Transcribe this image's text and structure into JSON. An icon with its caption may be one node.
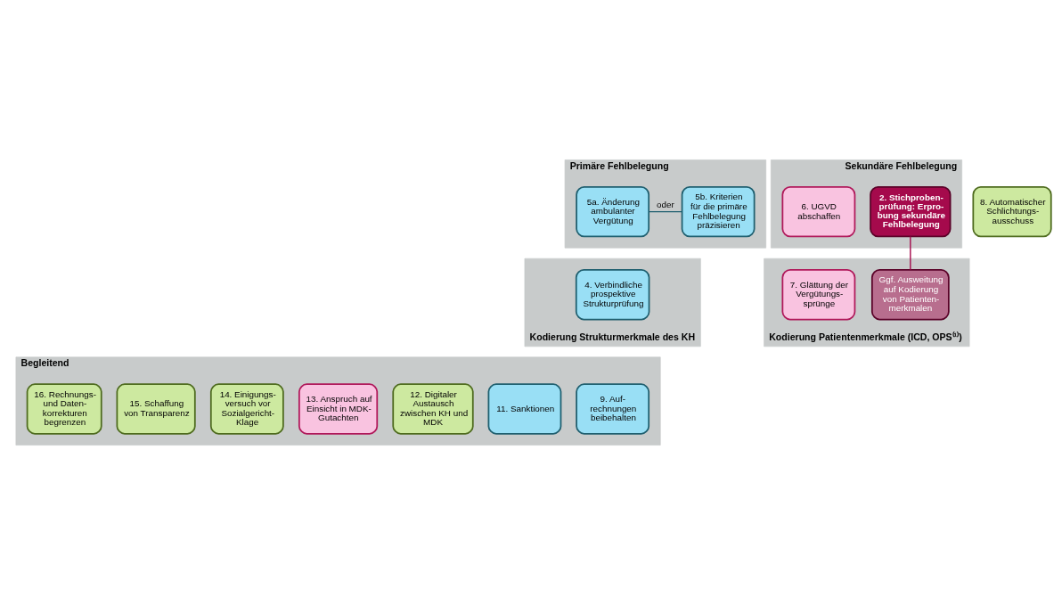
{
  "diagram": {
    "nodes": [
      {
        "text": [
          "Primäre Fehlbelegung"
        ]
      },
      {
        "text": [
          "5a. Änderung ambulanter Vergütung"
        ],
        "in": 0
      },
      {
        "text": [
          "5b. Kriterien für die primäre Fehlbelegung präzisieren"
        ],
        "in": 0
      },
      {
        "text": [
          "Sekundäre Fehlbelegung"
        ]
      },
      {
        "text": [
          "6. UGVD abschaffen"
        ],
        "in": 3
      },
      {
        "text": [
          "2. Stichproben- prüfung: Erpro- bung sekundäre Fehlbelegung"
        ],
        "in": 3
      },
      {
        "text": [
          "8. Automatischer Schlichtungs- ausschuss"
        ]
      },
      {
        "text": [
          "Kodierung Strukturmerkmale des KH"
        ]
      },
      {
        "text": [
          "4. Verbindliche prospektive Strukturprüfung"
        ],
        "in": 7
      },
      {
        "text": [
          "Kodierung Patientenmerkmale (ICD, OPS⁽¹⁾)"
        ]
      },
      {
        "text": [
          "7. Glättung der Vergütungs- sprünge"
        ],
        "in": 9
      },
      {
        "text": [
          "Ggf. Ausweitung auf Kodierung von Patienten- merkmalen"
        ],
        "in": 9
      },
      {
        "text": [
          "Begleitend"
        ]
      },
      {
        "text": [
          "9. Auf- rechnungen beibehalten"
        ],
        "in": 12
      },
      {
        "text": [
          "11. Sanktionen"
        ],
        "in": 12
      },
      {
        "text": [
          "12. Digitaler Austausch zwischen KH und MDK"
        ],
        "in": 12
      },
      {
        "text": [
          "13. Anspruch auf Einsicht in MDK- Gutachten"
        ],
        "in": 12
      },
      {
        "text": [
          "14. Einigungs- versuch vor Sozialgericht- Klage"
        ],
        "in": 12
      },
      {
        "text": [
          "15. Schaffung von Transparenz"
        ],
        "in": 12
      },
      {
        "text": [
          "16. Rechnungs- und Daten- korrekturen begrenzen"
        ],
        "in": 12
      }
    ],
    "edges": [
      {
        "from": 1,
        "to": 2,
        "arrow": "none",
        "label": "oder"
      },
      {
        "from": 5,
        "to": 11,
        "arrow": "none",
        "color": "#a50a4c"
      }
    ]
  }
}
